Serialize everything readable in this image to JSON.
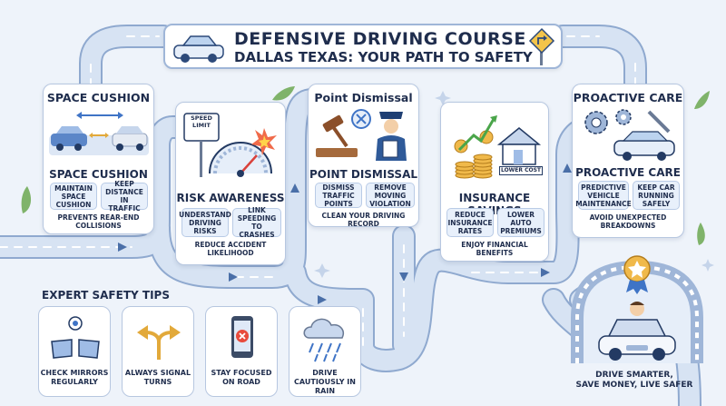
{
  "title": {
    "line1": "DEFENSIVE DRIVING COURSE",
    "line2": "DALLAS TEXAS: YOUR PATH TO SAFETY"
  },
  "cards": {
    "space": {
      "heading": "SPACE CUSHION",
      "subheading": "SPACE CUSHION",
      "pill1": "MAINTAIN SPACE CUSHION",
      "pill2": "KEEP DISTANCE IN TRAFFIC",
      "note": "PREVENTS REAR-END COLLISIONS"
    },
    "risk": {
      "sign": "SPEED LIMIT",
      "subheading": "RISK AWARENESS",
      "pill1": "UNDERSTAND DRIVING RISKS",
      "pill2": "LINK SPEEDING TO CRASHES",
      "note": "REDUCE ACCIDENT LIKELIHOOD"
    },
    "points": {
      "heading": "Point Dismissal",
      "subheading": "POINT DISMISSAL",
      "pill1": "DISMISS TRAFFIC POINTS",
      "pill2": "REMOVE MOVING VIOLATION",
      "note": "CLEAN YOUR DRIVING RECORD"
    },
    "insurance": {
      "tag": "LOWER COST",
      "subheading": "INSURANCE SAVINGS",
      "pill1": "REDUCE INSURANCE RATES",
      "pill2": "LOWER AUTO PREMIUMS",
      "note": "ENJOY FINANCIAL BENEFITS"
    },
    "proactive": {
      "heading": "PROACTIVE CARE",
      "subheading": "PROACTIVE CARE",
      "pill1": "PREDICTIVE VEHICLE MAINTENANCE",
      "pill2": "KEEP CAR RUNNING SAFELY",
      "note": "AVOID UNEXPECTED BREAKDOWNS"
    }
  },
  "tips": {
    "title": "EXPERT SAFETY TIPS",
    "items": [
      {
        "label": "CHECK MIRRORS REGULARLY",
        "icon": "mirrors-icon"
      },
      {
        "label": "ALWAYS SIGNAL TURNS",
        "icon": "signal-arrows-icon"
      },
      {
        "label": "STAY FOCUSED ON ROAD",
        "icon": "phone-icon"
      },
      {
        "label": "DRIVE CAUTIOUSLY IN RAIN",
        "icon": "rain-cloud-icon"
      }
    ]
  },
  "closing": {
    "line1": "DRIVE SMARTER,",
    "line2": "SAVE MONEY, LIVE SAFER"
  },
  "colors": {
    "road": "#c9d8ee",
    "road_edge": "#8fa9cf",
    "accent_blue": "#3f74c6",
    "gold": "#e2a93a",
    "background": "#eef3fa"
  }
}
